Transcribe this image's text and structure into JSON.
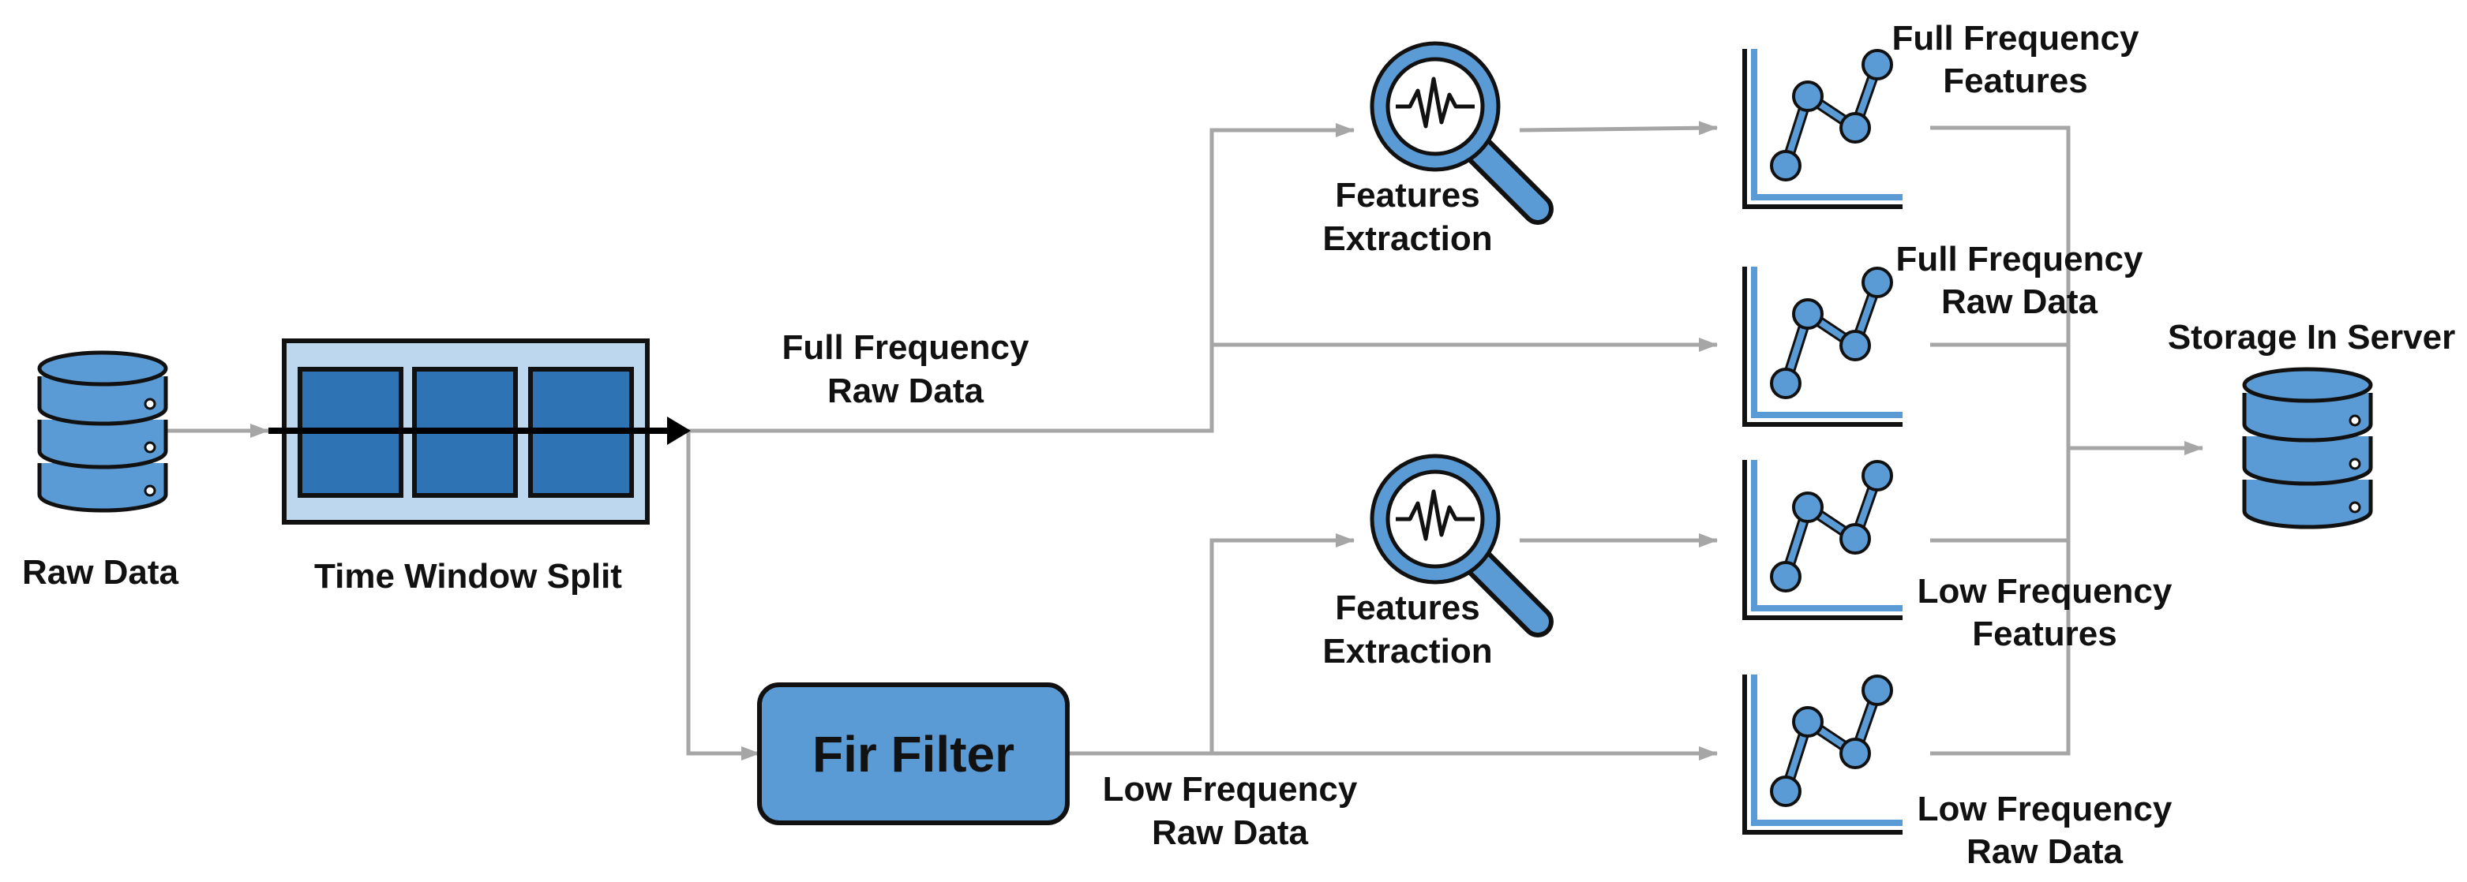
{
  "colors": {
    "accent_fill": "#5b9bd5",
    "dark_fill": "#2e74b5",
    "light_fill": "#bdd7ee",
    "outline": "#111111",
    "connector": "#a6a6a6"
  },
  "nodes": {
    "raw_data": {
      "label": "Raw Data",
      "icon": "database-icon"
    },
    "time_window": {
      "label": "Time Window Split"
    },
    "fir_filter": {
      "label": "Fir Filter"
    },
    "feature_extraction_top": {
      "label_line1": "Features",
      "label_line2": "Extraction",
      "icon": "magnifier-waveform-icon"
    },
    "feature_extraction_bottom": {
      "label_line1": "Features",
      "label_line2": "Extraction",
      "icon": "magnifier-waveform-icon"
    },
    "storage": {
      "label": "Storage In Server",
      "icon": "database-icon"
    }
  },
  "edges": {
    "full_frequency_raw": {
      "line1": "Full Frequency",
      "line2": "Raw Data"
    },
    "low_frequency_raw": {
      "line1": "Low Frequency",
      "line2": "Raw Data"
    }
  },
  "outputs": [
    {
      "line1": "Full Frequency",
      "line2": "Features",
      "icon": "line-chart-icon"
    },
    {
      "line1": "Full Frequency",
      "line2": "Raw Data",
      "icon": "line-chart-icon"
    },
    {
      "line1": "Low Frequency",
      "line2": "Features",
      "icon": "line-chart-icon"
    },
    {
      "line1": "Low Frequency",
      "line2": "Raw Data",
      "icon": "line-chart-icon"
    }
  ]
}
